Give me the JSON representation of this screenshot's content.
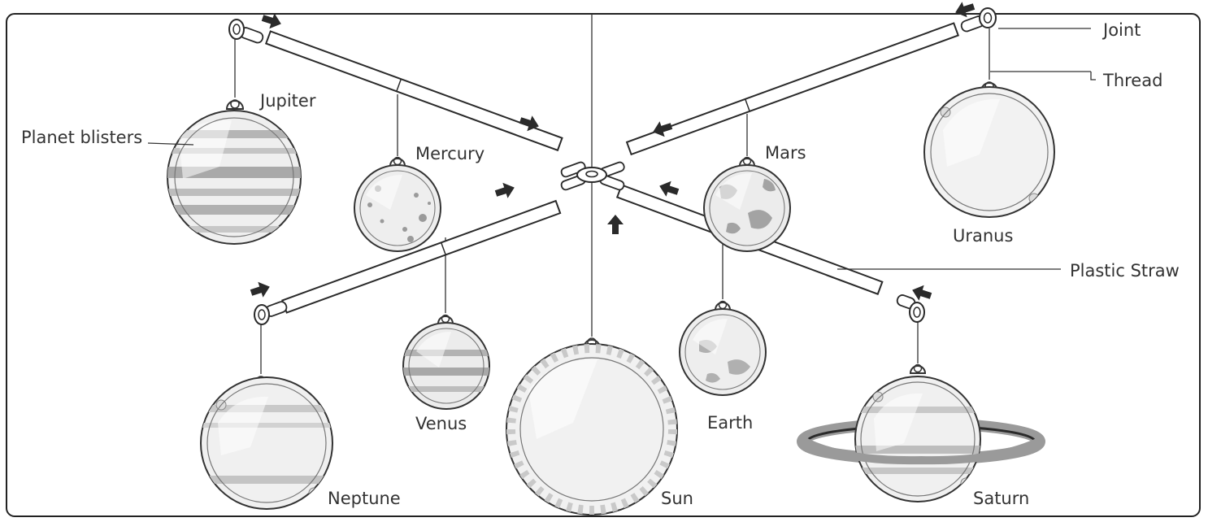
{
  "labels": {
    "joint": "Joint",
    "thread": "Thread",
    "planet_blisters": "Planet blisters",
    "plastic_straw": "Plastic Straw"
  },
  "planets": {
    "jupiter": "Jupiter",
    "mercury": "Mercury",
    "mars": "Mars",
    "uranus": "Uranus",
    "venus": "Venus",
    "earth": "Earth",
    "neptune": "Neptune",
    "sun": "Sun",
    "saturn": "Saturn"
  },
  "colors": {
    "line": "#2a2a2a",
    "label": "#333333",
    "planet_fill": "#efefef",
    "planet_band": "#b5b5b5",
    "saturn_ring": "#9a9a9a",
    "arrow": "#2a2a2a"
  }
}
